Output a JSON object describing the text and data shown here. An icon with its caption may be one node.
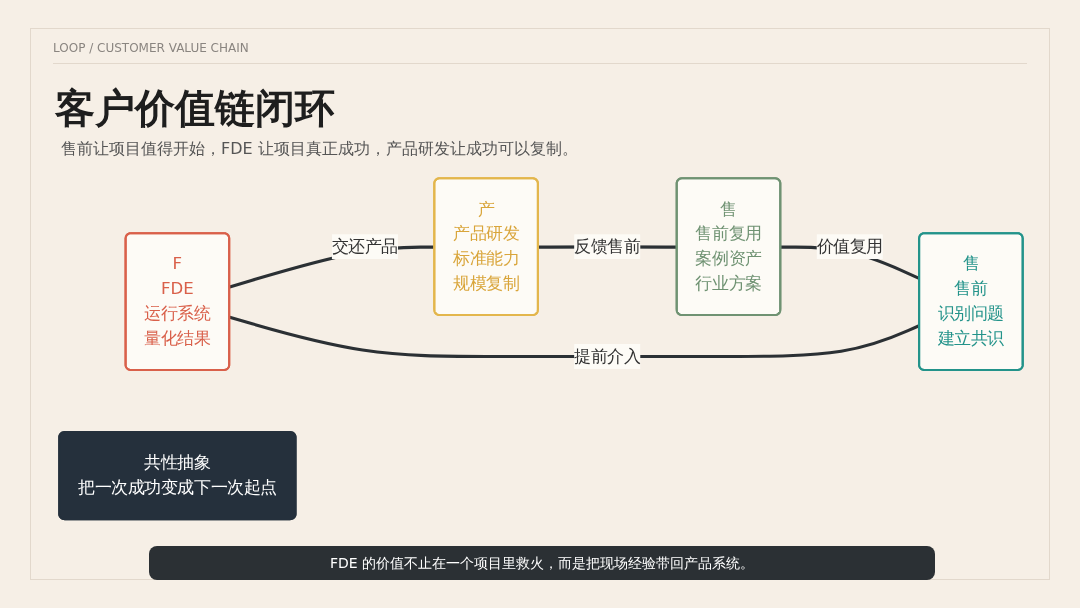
{
  "diagram": {
    "title": "客户价值链闭环",
    "caption": "FDE 的价值不止在一个项目里救火，而是把现场经验带回产品系统。",
    "nodes": [
      {
        "text": [
          "F",
          "FDE",
          "运行系统",
          "量化结果"
        ]
      },
      {
        "text": [
          "售",
          "售前",
          "识别问题",
          "建立共识"
        ]
      },
      {
        "text": [
          "产",
          "产品研发",
          "标准能力",
          "规模复制"
        ]
      },
      {
        "text": [
          "共性抽象",
          "把一次成功变成下一次起点"
        ]
      },
      {
        "text": [
          "售",
          "售前复用",
          "案例资产",
          "行业方案"
        ]
      }
    ],
    "edges": [
      {
        "from": 1,
        "to": 0,
        "arrow": "none",
        "label": "提前介入"
      },
      {
        "from": 0,
        "to": 2,
        "arrow": "none",
        "label": "交还产品"
      },
      {
        "from": 2,
        "to": 4,
        "arrow": "none",
        "label": "反馈售前"
      },
      {
        "from": 4,
        "to": 1,
        "arrow": "none",
        "label": "价值复用"
      }
    ],
    "labels": [
      "LOOP / CUSTOMER VALUE CHAIN",
      "售前让项目值得开始，FDE 让项目真正成功，产品研发让成功可以复制。"
    ]
  }
}
